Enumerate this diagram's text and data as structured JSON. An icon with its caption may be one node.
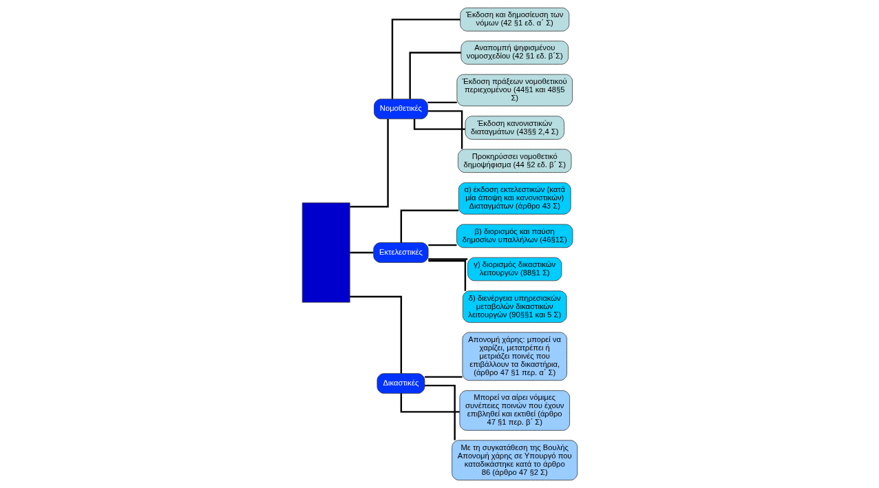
{
  "diagram": {
    "nodes": [
      {
        "text": [],
        "shape": "box"
      },
      {
        "text": [
          "Νομοθετικές"
        ]
      },
      {
        "text": [
          "Εκτελεστικές"
        ]
      },
      {
        "text": [
          "Δικαστικές"
        ]
      },
      {
        "text": [
          "Έκδοση και δημοσίευση των νόμων (42 §1 εδ. α΄ Σ)"
        ]
      },
      {
        "text": [
          "Αναπομπή ψηφισμένου νομοσχεδίου (42 §1 εδ. β΄Σ)"
        ]
      },
      {
        "text": [
          "Έκδοση πράξεων νομοθετικού περιεχομένου (44§1 και 48§5 Σ)"
        ]
      },
      {
        "text": [
          "Έκδοση κανονιστικών διαταγμάτων (43§§ 2,4 Σ)"
        ]
      },
      {
        "text": [
          "Προκηρύσσει νομοθετικό δημοψήφισμα (44 §2 εδ. β΄ Σ)"
        ]
      },
      {
        "text": [
          "α) έκδοση εκτελεστικών (κατά μία άποψη και κανονιστικών) Διαταγμάτων (άρθρο 43 Σ)"
        ]
      },
      {
        "text": [
          "β) διορισμός και παύση δημοσίων υπαλλήλων (46§1Σ)"
        ]
      },
      {
        "text": [
          "γ) διορισμός δικαστικών λειτουργών (88§1 Σ)"
        ]
      },
      {
        "text": [
          "δ) διενέργεια υπηρεσιακών μεταβολών δικαστικών λειτουργών (90§§1 και 5 Σ)"
        ]
      },
      {
        "text": [
          "Απονομή χάρης: μπορεί να χαρίζει, μετατρέπει ή μετριάζει ποινές που επιβάλλουν τα δικαστήρια, (άρθρο 47 §1 περ. α΄ Σ)"
        ]
      },
      {
        "text": [
          "Μπορεί να αίρει νόμιμες συνέπειες ποινών που έχουν επιβληθεί και εκτιθεί (άρθρο 47 §1 περ. β΄ Σ)"
        ]
      },
      {
        "text": [
          "Με τη συγκατάθεση της Βουλής Απονομή χάρης σε Υπουργό που καταδικάστηκε κατά το άρθρο 86 (άρθρο 47 §2 Σ)"
        ]
      }
    ],
    "edges": [
      {
        "from": 0,
        "to": 1,
        "arrow": "none"
      },
      {
        "from": 0,
        "to": 2,
        "arrow": "none"
      },
      {
        "from": 0,
        "to": 3,
        "arrow": "none"
      },
      {
        "from": 1,
        "to": 4,
        "arrow": "none"
      },
      {
        "from": 1,
        "to": 5,
        "arrow": "none"
      },
      {
        "from": 1,
        "to": 6,
        "arrow": "none"
      },
      {
        "from": 1,
        "to": 7,
        "arrow": "none"
      },
      {
        "from": 1,
        "to": 8,
        "arrow": "none"
      },
      {
        "from": 2,
        "to": 9,
        "arrow": "none"
      },
      {
        "from": 2,
        "to": 10,
        "arrow": "none"
      },
      {
        "from": 2,
        "to": 11,
        "arrow": "none"
      },
      {
        "from": 2,
        "to": 12,
        "arrow": "none"
      },
      {
        "from": 3,
        "to": 13,
        "arrow": "none"
      },
      {
        "from": 3,
        "to": 14,
        "arrow": "none"
      },
      {
        "from": 3,
        "to": 15,
        "arrow": "none"
      }
    ]
  }
}
